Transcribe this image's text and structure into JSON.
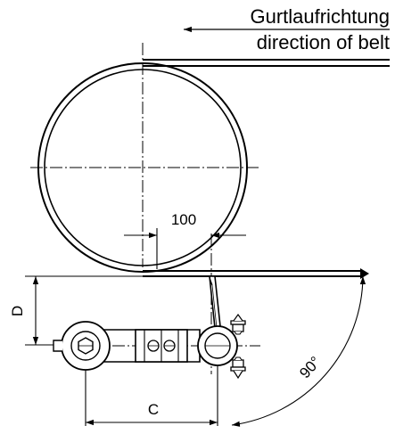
{
  "labels": {
    "direction_de": "Gurtlaufrichtung",
    "direction_en": "direction of belt",
    "dim_100": "100",
    "dim_d": "D",
    "dim_c": "C",
    "angle": "90°"
  }
}
